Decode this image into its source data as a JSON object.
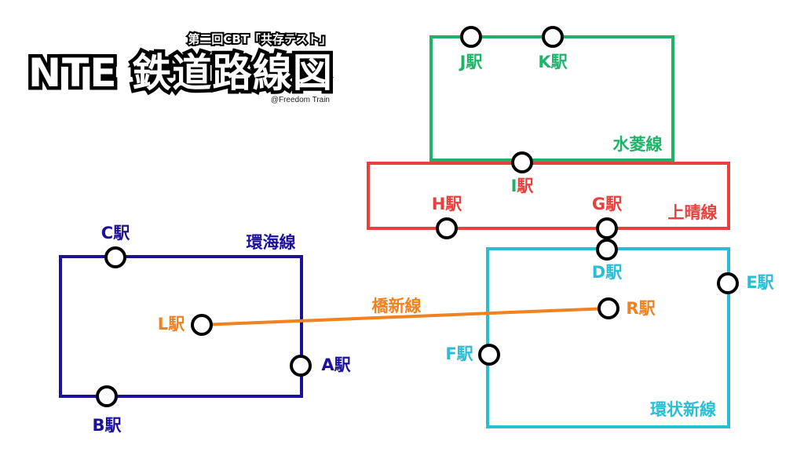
{
  "title": {
    "subtitle": "第二回CBT「共存テスト」",
    "main": "NTE 鉄道路線図",
    "credit": "@Freedom Train"
  },
  "colors": {
    "suiryo": "#1fb36a",
    "joset": "#e8403c",
    "kankai": "#1b119b",
    "kanjo": "#2bbdd6",
    "kyoshin": "#f0821f",
    "station": "#000000"
  },
  "lines": {
    "suiryo": "水菱線",
    "joset": "上晴線",
    "kankai": "環海線",
    "kanjo": "環状新線",
    "kyoshin": "橋新線"
  },
  "stations": {
    "A": {
      "letter": "A",
      "suffix": "駅",
      "line": "kankai"
    },
    "B": {
      "letter": "B",
      "suffix": "駅",
      "line": "kankai"
    },
    "C": {
      "letter": "C",
      "suffix": "駅",
      "line": "kankai"
    },
    "D": {
      "letter": "D",
      "suffix": "駅",
      "line": "kanjo"
    },
    "E": {
      "letter": "E",
      "suffix": "駅",
      "line": "kanjo"
    },
    "F": {
      "letter": "F",
      "suffix": "駅",
      "line": "kanjo"
    },
    "G": {
      "letter": "G",
      "suffix": "駅",
      "line": "joset"
    },
    "H": {
      "letter": "H",
      "suffix": "駅",
      "line": "joset"
    },
    "I": {
      "letter": "I",
      "suffix": "駅",
      "line": "joset",
      "letter_line": "suiryo"
    },
    "J": {
      "letter": "J",
      "suffix": "駅",
      "line": "suiryo"
    },
    "K": {
      "letter": "K",
      "suffix": "駅",
      "line": "suiryo"
    },
    "L": {
      "letter": "L",
      "suffix": "駅",
      "line": "kyoshin"
    },
    "R": {
      "letter": "R",
      "suffix": "駅",
      "line": "kyoshin"
    }
  }
}
